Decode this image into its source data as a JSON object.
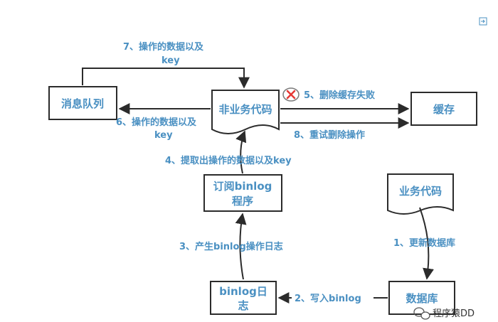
{
  "nodes": {
    "mq": "消息队列",
    "service": "非业务代码",
    "cache": "缓存",
    "subscriber_line1": "订阅binlog",
    "subscriber_line2": "程序",
    "biz": "业务代码",
    "db": "数据库",
    "binlog_line1": "binlog日",
    "binlog_line2": "志"
  },
  "edges": {
    "e1": "1、更新数据库",
    "e2": "2、写入binlog",
    "e3": "3、产生binlog操作日志",
    "e4": "4、提取出操作的数据以及key",
    "e5": "5、删除缓存失败",
    "e6_line1": "6、操作的数据以及",
    "e6_line2": "key",
    "e7_line1": "7、操作的数据以及",
    "e7_line2": "key",
    "e8": "8、重试删除操作"
  },
  "watermark": "程序猿DD",
  "colors": {
    "accent_text": "#4a90c2",
    "stroke": "#2b2b2b",
    "fail_mark": "#e53935"
  },
  "icons": {
    "corner": "external-window-icon",
    "fail": "fail-x-icon",
    "watermark": "wechat-logo-icon"
  }
}
